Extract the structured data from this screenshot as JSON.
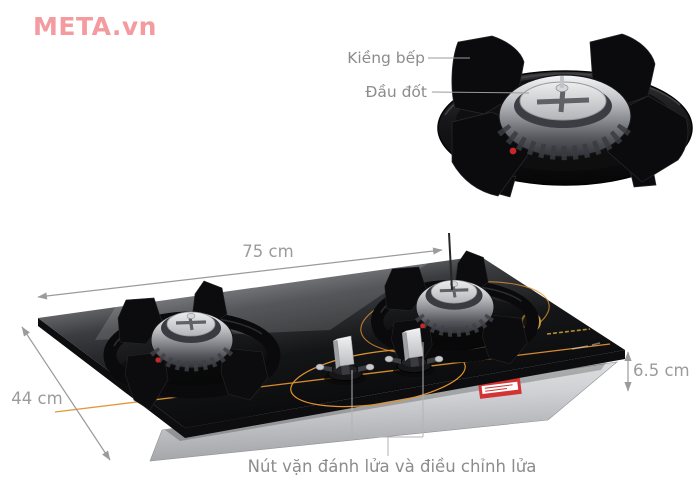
{
  "watermark": {
    "text": "META.vn"
  },
  "annotations": {
    "trivet": "Kiềng bếp",
    "burner_head": "Đầu đốt",
    "knobs": "Nút vặn đánh lửa và điều chỉnh lửa"
  },
  "dimensions": {
    "width": "75 cm",
    "depth": "44 cm",
    "height": "6.5 cm"
  },
  "theme": {
    "label_color": "#8c8c8c",
    "dim_color": "#9b9b9b",
    "accent_orange": "#e0922f",
    "gold": "#c79a3d",
    "logo_red": "#f39b9e",
    "leader_color": "#9a9a9a"
  }
}
